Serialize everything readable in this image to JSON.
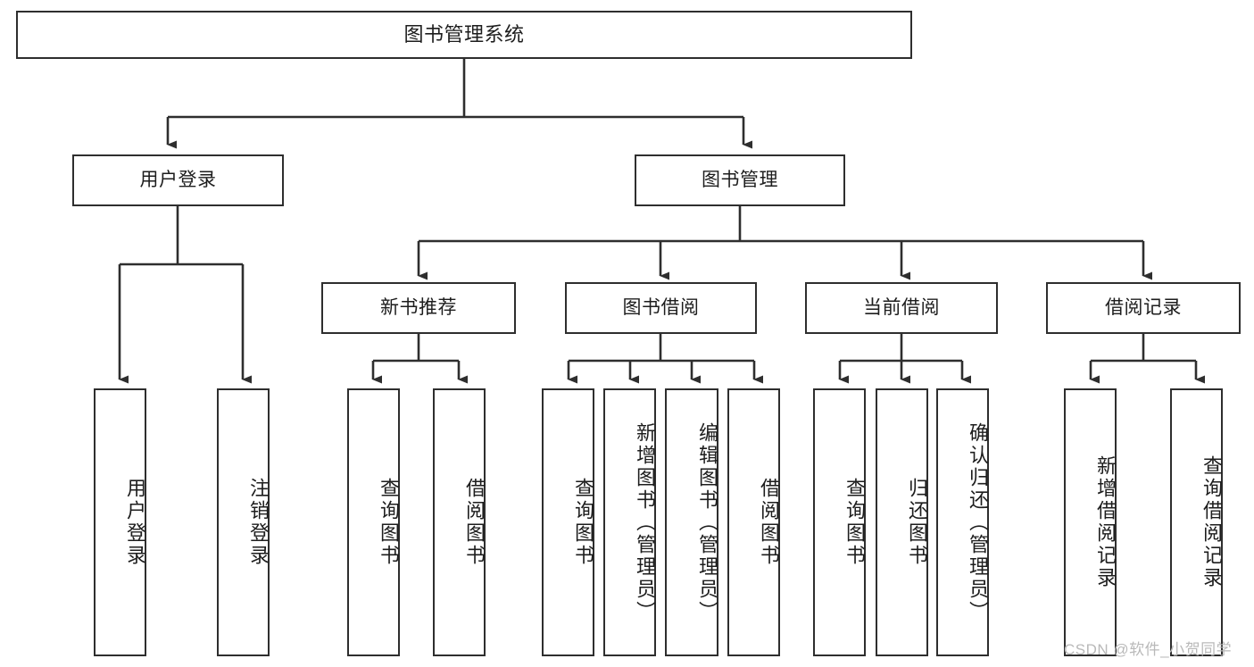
{
  "diagram": {
    "title": "图书管理系统",
    "type": "functional-structure-tree",
    "watermark": "CSDN @软件_小贺同学",
    "colors": {
      "stroke": "#2e2e2e",
      "fill": "#ffffff",
      "text": "#1d1d1d",
      "watermark": "#b9b9b9"
    },
    "levels": {
      "root": {
        "label": "图书管理系统"
      },
      "level2": [
        {
          "id": "user-login",
          "label": "用户登录"
        },
        {
          "id": "book-manage",
          "label": "图书管理"
        }
      ],
      "level3": [
        {
          "id": "new-book-recommend",
          "label": "新书推荐"
        },
        {
          "id": "book-borrow",
          "label": "图书借阅"
        },
        {
          "id": "current-borrow",
          "label": "当前借阅"
        },
        {
          "id": "borrow-record",
          "label": "借阅记录"
        }
      ],
      "leaves": {
        "user-login": [
          {
            "id": "leaf-user-login",
            "label": "用户登录"
          },
          {
            "id": "leaf-user-logout",
            "label": "注销登录"
          }
        ],
        "new-book-recommend": [
          {
            "id": "leaf-query-book-1",
            "label": "查询图书"
          },
          {
            "id": "leaf-borrow-book-1",
            "label": "借阅图书"
          }
        ],
        "book-borrow": [
          {
            "id": "leaf-query-book-2",
            "label": "查询图书"
          },
          {
            "id": "leaf-add-book",
            "label": "新增图书（管理员）"
          },
          {
            "id": "leaf-edit-book",
            "label": "编辑图书（管理员）"
          },
          {
            "id": "leaf-borrow-book-2",
            "label": "借阅图书"
          }
        ],
        "current-borrow": [
          {
            "id": "leaf-query-book-3",
            "label": "查询图书"
          },
          {
            "id": "leaf-return-book",
            "label": "归还图书"
          },
          {
            "id": "leaf-confirm-return",
            "label": "确认归还（管理员）"
          }
        ],
        "borrow-record": [
          {
            "id": "leaf-add-record",
            "label": "新增借阅记录"
          },
          {
            "id": "leaf-query-record",
            "label": "查询借阅记录"
          }
        ]
      }
    }
  }
}
